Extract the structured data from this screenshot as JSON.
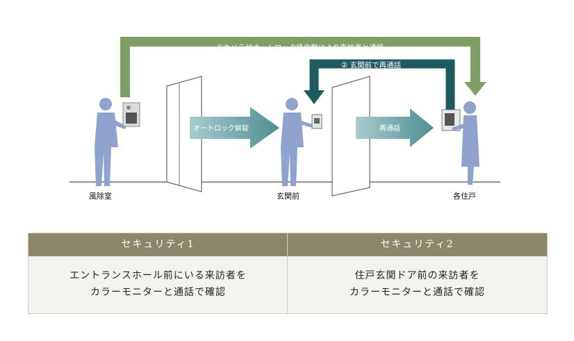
{
  "diagram": {
    "route_1_label": "①カメラ付オートロック操作盤により来訪者と通話",
    "route_2_label": "② 玄関前で再通話",
    "unlock_label": "オートロック解錠",
    "recall_label": "再通話",
    "locations": [
      "風除室",
      "玄関前",
      "各住戸"
    ],
    "colors": {
      "route_1": "#7ea066",
      "route_2": "#1f5a5e",
      "flow_arrow": "#6aa3a6",
      "person": "#8fa3cf",
      "panel_head": "#8c8769"
    }
  },
  "security": [
    {
      "title": "セキュリティ1",
      "lines": [
        "エントランスホール前にいる来訪者を",
        "カラーモニターと通話で確認"
      ]
    },
    {
      "title": "セキュリティ2",
      "lines": [
        "住戸玄関ドア前の来訪者を",
        "カラーモニターと通話で確認"
      ]
    }
  ]
}
